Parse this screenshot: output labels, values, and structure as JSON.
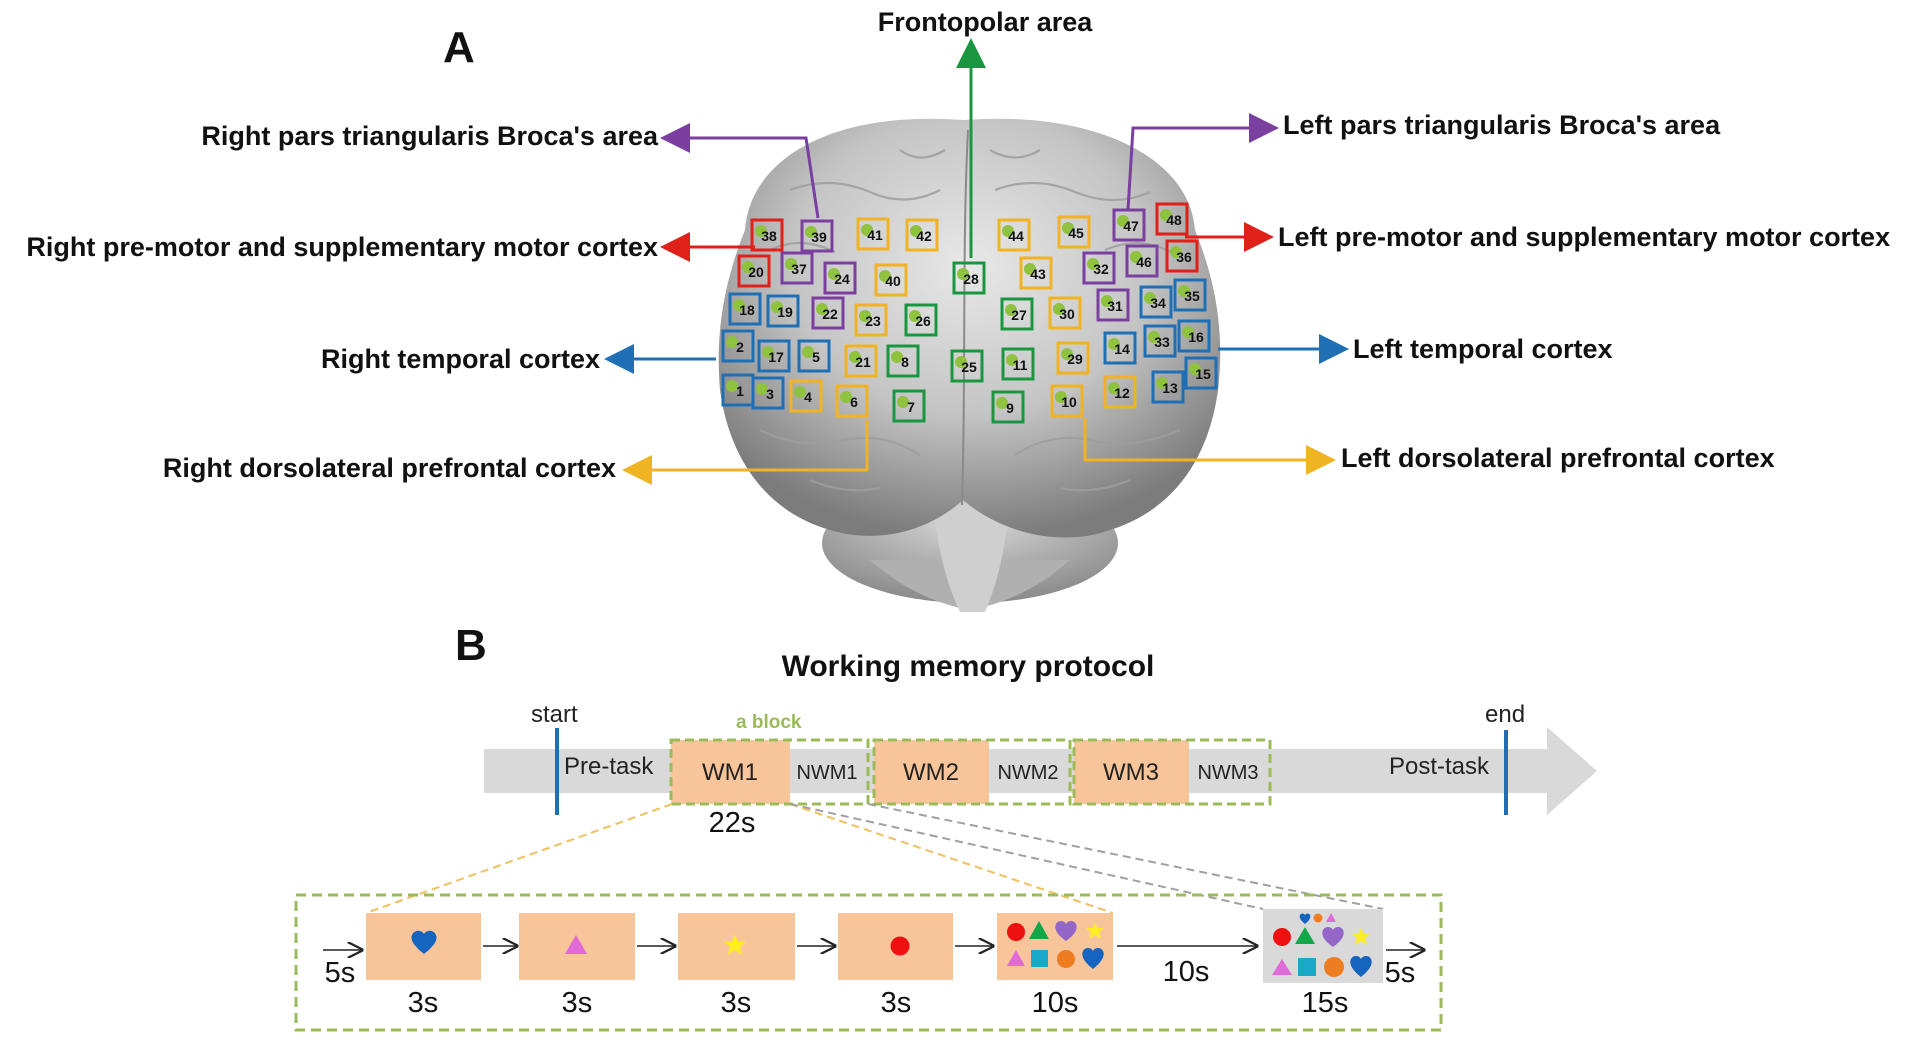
{
  "panel_a": {
    "letter": "A",
    "labels": {
      "frontopolar": "Frontopolar area",
      "right_broca": "Right pars triangularis Broca's area",
      "left_broca": "Left pars triangularis Broca's area",
      "right_premotor": "Right pre-motor and supplementary motor cortex",
      "left_premotor": "Left pre-motor and supplementary motor cortex",
      "right_temporal": "Right temporal cortex",
      "left_temporal": "Left temporal cortex",
      "right_dlpfc": "Right dorsolateral prefrontal cortex",
      "left_dlpfc": "Left dorsolateral prefrontal cortex"
    },
    "region_colors": {
      "frontopolar": "#1a9641",
      "broca": "#7b3fa0",
      "premotor": "#e0201b",
      "temporal": "#1f6fb4",
      "dlpfc": "#f0b323"
    },
    "channels": [
      {
        "n": "1",
        "r": "temporal"
      },
      {
        "n": "2",
        "r": "temporal"
      },
      {
        "n": "3",
        "r": "temporal"
      },
      {
        "n": "4",
        "r": "dlpfc"
      },
      {
        "n": "5",
        "r": "temporal"
      },
      {
        "n": "6",
        "r": "dlpfc"
      },
      {
        "n": "7",
        "r": "frontopolar"
      },
      {
        "n": "8",
        "r": "frontopolar"
      },
      {
        "n": "9",
        "r": "frontopolar"
      },
      {
        "n": "10",
        "r": "dlpfc"
      },
      {
        "n": "11",
        "r": "frontopolar"
      },
      {
        "n": "12",
        "r": "dlpfc"
      },
      {
        "n": "13",
        "r": "temporal"
      },
      {
        "n": "14",
        "r": "temporal"
      },
      {
        "n": "15",
        "r": "temporal"
      },
      {
        "n": "16",
        "r": "temporal"
      },
      {
        "n": "17",
        "r": "temporal"
      },
      {
        "n": "18",
        "r": "temporal"
      },
      {
        "n": "19",
        "r": "temporal"
      },
      {
        "n": "20",
        "r": "premotor"
      },
      {
        "n": "21",
        "r": "dlpfc"
      },
      {
        "n": "22",
        "r": "broca"
      },
      {
        "n": "23",
        "r": "dlpfc"
      },
      {
        "n": "24",
        "r": "broca"
      },
      {
        "n": "25",
        "r": "frontopolar"
      },
      {
        "n": "26",
        "r": "frontopolar"
      },
      {
        "n": "27",
        "r": "frontopolar"
      },
      {
        "n": "28",
        "r": "frontopolar"
      },
      {
        "n": "29",
        "r": "dlpfc"
      },
      {
        "n": "30",
        "r": "dlpfc"
      },
      {
        "n": "31",
        "r": "broca"
      },
      {
        "n": "32",
        "r": "broca"
      },
      {
        "n": "33",
        "r": "temporal"
      },
      {
        "n": "34",
        "r": "temporal"
      },
      {
        "n": "35",
        "r": "temporal"
      },
      {
        "n": "36",
        "r": "premotor"
      },
      {
        "n": "37",
        "r": "broca"
      },
      {
        "n": "38",
        "r": "premotor"
      },
      {
        "n": "39",
        "r": "broca"
      },
      {
        "n": "40",
        "r": "dlpfc"
      },
      {
        "n": "41",
        "r": "dlpfc"
      },
      {
        "n": "42",
        "r": "dlpfc"
      },
      {
        "n": "43",
        "r": "dlpfc"
      },
      {
        "n": "44",
        "r": "dlpfc"
      },
      {
        "n": "45",
        "r": "dlpfc"
      },
      {
        "n": "46",
        "r": "broca"
      },
      {
        "n": "47",
        "r": "broca"
      },
      {
        "n": "48",
        "r": "premotor"
      }
    ]
  },
  "panel_b": {
    "letter": "B",
    "title": "Working memory protocol",
    "start_label": "start",
    "end_label": "end",
    "block_label": "a block",
    "pre_task": "Pre-task",
    "post_task": "Post-task",
    "wm1": "WM1",
    "nwm1": "NWM1",
    "wm2": "WM2",
    "nwm2": "NWM2",
    "wm3": "WM3",
    "nwm3": "NWM3",
    "block_duration": "22s",
    "sequence": {
      "lead_in": "5s",
      "item_durations": [
        "3s",
        "3s",
        "3s",
        "3s",
        "10s"
      ],
      "gap": "10s",
      "probe_duration": "15s",
      "lead_out": "5s"
    },
    "colors": {
      "wm_fill": "#f8c49a",
      "timeline": "#d9d9d9",
      "block_outline": "#9bbb59",
      "marker": "#1f6fb4",
      "probe_fill": "#d9d9d9",
      "shape_blue": "#1565c0",
      "shape_pink": "#e06ad8",
      "shape_yellow": "#ffee22",
      "shape_red": "#ee1111",
      "shape_green": "#12a84a",
      "shape_purple": "#9466c8",
      "shape_cyan": "#1aa8c8",
      "shape_orange": "#ee7d22"
    }
  }
}
